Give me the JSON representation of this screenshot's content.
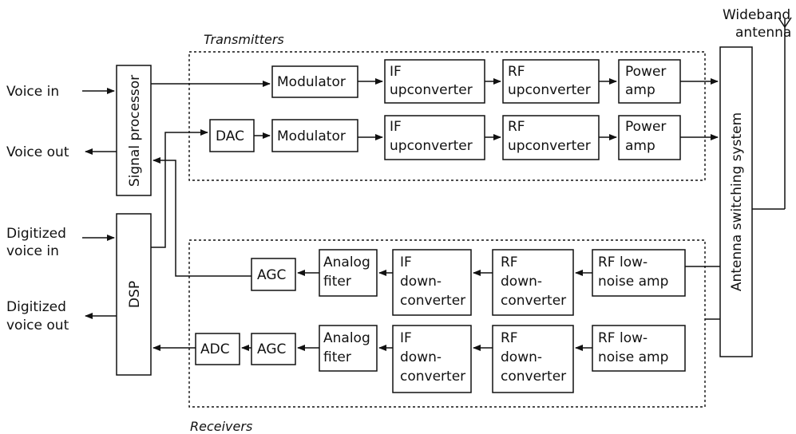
{
  "groups": {
    "transmitters": "Transmitters",
    "receivers": "Receivers"
  },
  "antenna": {
    "line1": "Wideband",
    "line2": "antenna"
  },
  "io": {
    "voice_in": "Voice in",
    "voice_out": "Voice out",
    "digitized_in": [
      "Digitized",
      "voice in"
    ],
    "digitized_out": [
      "Digitized",
      "voice out"
    ]
  },
  "blocks": {
    "signal_processor": "Signal processor",
    "dsp": "DSP",
    "antenna_switch": "Antenna switching system",
    "dac": "DAC",
    "modulator": "Modulator",
    "if_up": [
      "IF",
      "upconverter"
    ],
    "rf_up": [
      "RF",
      "upconverter"
    ],
    "power_amp": [
      "Power",
      "amp"
    ],
    "agc": "AGC",
    "adc": "ADC",
    "analog_filter": [
      "Analog",
      "fiter"
    ],
    "if_down": [
      "IF",
      "down-",
      "converter"
    ],
    "rf_down": [
      "RF",
      "down-",
      "converter"
    ],
    "lna": [
      "RF low-",
      "noise amp"
    ]
  }
}
